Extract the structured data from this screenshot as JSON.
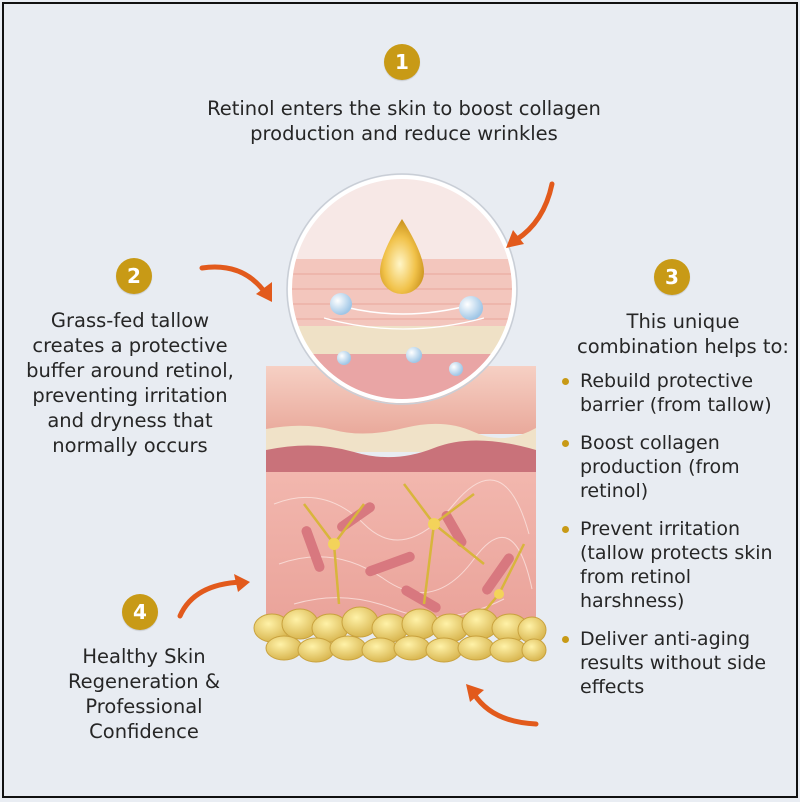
{
  "steps": [
    {
      "number": "1",
      "text": "Retinol enters the skin to boost collagen production and reduce wrinkles"
    },
    {
      "number": "2",
      "text": "Grass-fed tallow creates a protective buffer around retinol, preventing irritation and dryness that normally occurs"
    },
    {
      "number": "3",
      "intro": "This unique combination helps to:",
      "bullets": [
        "Rebuild protective barrier (from tallow)",
        "Boost collagen production (from retinol)",
        "Prevent irritation (tallow protects skin from retinol harshness)",
        "Deliver anti-aging results without side effects"
      ]
    },
    {
      "number": "4",
      "text": "Healthy Skin Regeneration & Professional Confidence"
    }
  ],
  "colors": {
    "badge": "#c89a16",
    "arrow": "#e25a1c",
    "background": "#e8ecf2",
    "text": "#262626"
  }
}
